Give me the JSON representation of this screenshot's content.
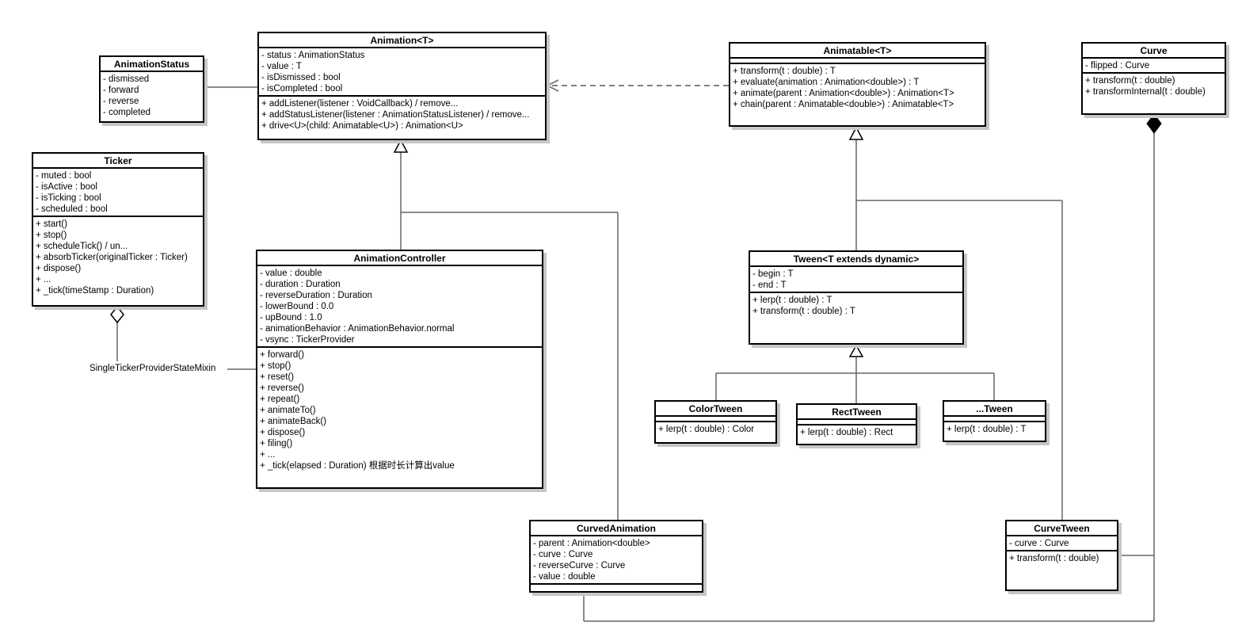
{
  "classes": {
    "animationStatus": {
      "title": "AnimationStatus",
      "attributes": [
        "- dismissed",
        "- forward",
        "- reverse",
        "- completed"
      ],
      "methods": []
    },
    "animation": {
      "title": "Animation<T>",
      "attributes": [
        "- status : AnimationStatus",
        "- value : T",
        "- isDismissed : bool",
        "- isCompleted : bool"
      ],
      "methods": [
        "+ addListener(listener : VoidCallback) / remove...",
        "+ addStatusListener(listener : AnimationStatusListener)  / remove...",
        "+ drive<U>(child: Animatable<U>) : Animation<U>"
      ]
    },
    "animatable": {
      "title": "Animatable<T>",
      "attributes": [],
      "methods": [
        "+ transform(t : double) : T",
        "+ evaluate(animation : Animation<double>) : T",
        "+ animate(parent : Animation<double>)  : Animation<T>",
        "+ chain(parent : Animatable<double>) : Animatable<T>"
      ]
    },
    "curve": {
      "title": "Curve",
      "attributes": [
        "- flipped : Curve"
      ],
      "methods": [
        "+ transform(t : double)",
        "+ transformInternal(t : double)"
      ]
    },
    "ticker": {
      "title": "Ticker",
      "attributes": [
        "- muted : bool",
        "- isActive : bool",
        "- isTicking : bool",
        "- scheduled : bool"
      ],
      "methods": [
        "+ start()",
        "+ stop()",
        "+ scheduleTick() / un...",
        "+ absorbTicker(originalTicker : Ticker)",
        "+ dispose()",
        "+ ...",
        "+ _tick(timeStamp : Duration)"
      ]
    },
    "animationController": {
      "title": "AnimationController",
      "attributes": [
        "- value : double",
        "- duration : Duration",
        "- reverseDuration : Duration",
        "- lowerBound : 0.0",
        "- upBound : 1.0",
        "- animationBehavior : AnimationBehavior.normal",
        "- vsync : TickerProvider"
      ],
      "methods": [
        "+ forward()",
        "+ stop()",
        "+ reset()",
        "+ reverse()",
        "+ repeat()",
        "+ animateTo()",
        "+ animateBack()",
        "+ dispose()",
        "+ filing()",
        "+ ...",
        "+ _tick(elapsed : Duration) 根据时长计算出value"
      ]
    },
    "tween": {
      "title": "Tween<T extends dynamic>",
      "attributes": [
        "- begin : T",
        "- end : T"
      ],
      "methods": [
        "+ lerp(t : double) : T",
        "+ transform(t : double) : T"
      ]
    },
    "colorTween": {
      "title": "ColorTween",
      "attributes": [],
      "methods": [
        "+ lerp(t : double)  : Color"
      ]
    },
    "rectTween": {
      "title": "RectTween",
      "attributes": [],
      "methods": [
        "+ lerp(t : double) : Rect"
      ]
    },
    "etcTween": {
      "title": "...Tween",
      "attributes": [],
      "methods": [
        "+ lerp(t : double) : T"
      ]
    },
    "curvedAnimation": {
      "title": "CurvedAnimation",
      "attributes": [
        "- parent : Animation<double>",
        "- curve : Curve",
        "- reverseCurve : Curve",
        "- value : double"
      ],
      "methods": []
    },
    "curveTween": {
      "title": "CurveTween",
      "attributes": [
        "- curve : Curve"
      ],
      "methods": [
        "+ transform(t : double)"
      ]
    }
  },
  "labels": {
    "singleTickerMixin": "SingleTickerProviderStateMixin"
  },
  "colors": {
    "edge": "#666666",
    "border": "#000000",
    "shadow": "#c6c6c6"
  }
}
